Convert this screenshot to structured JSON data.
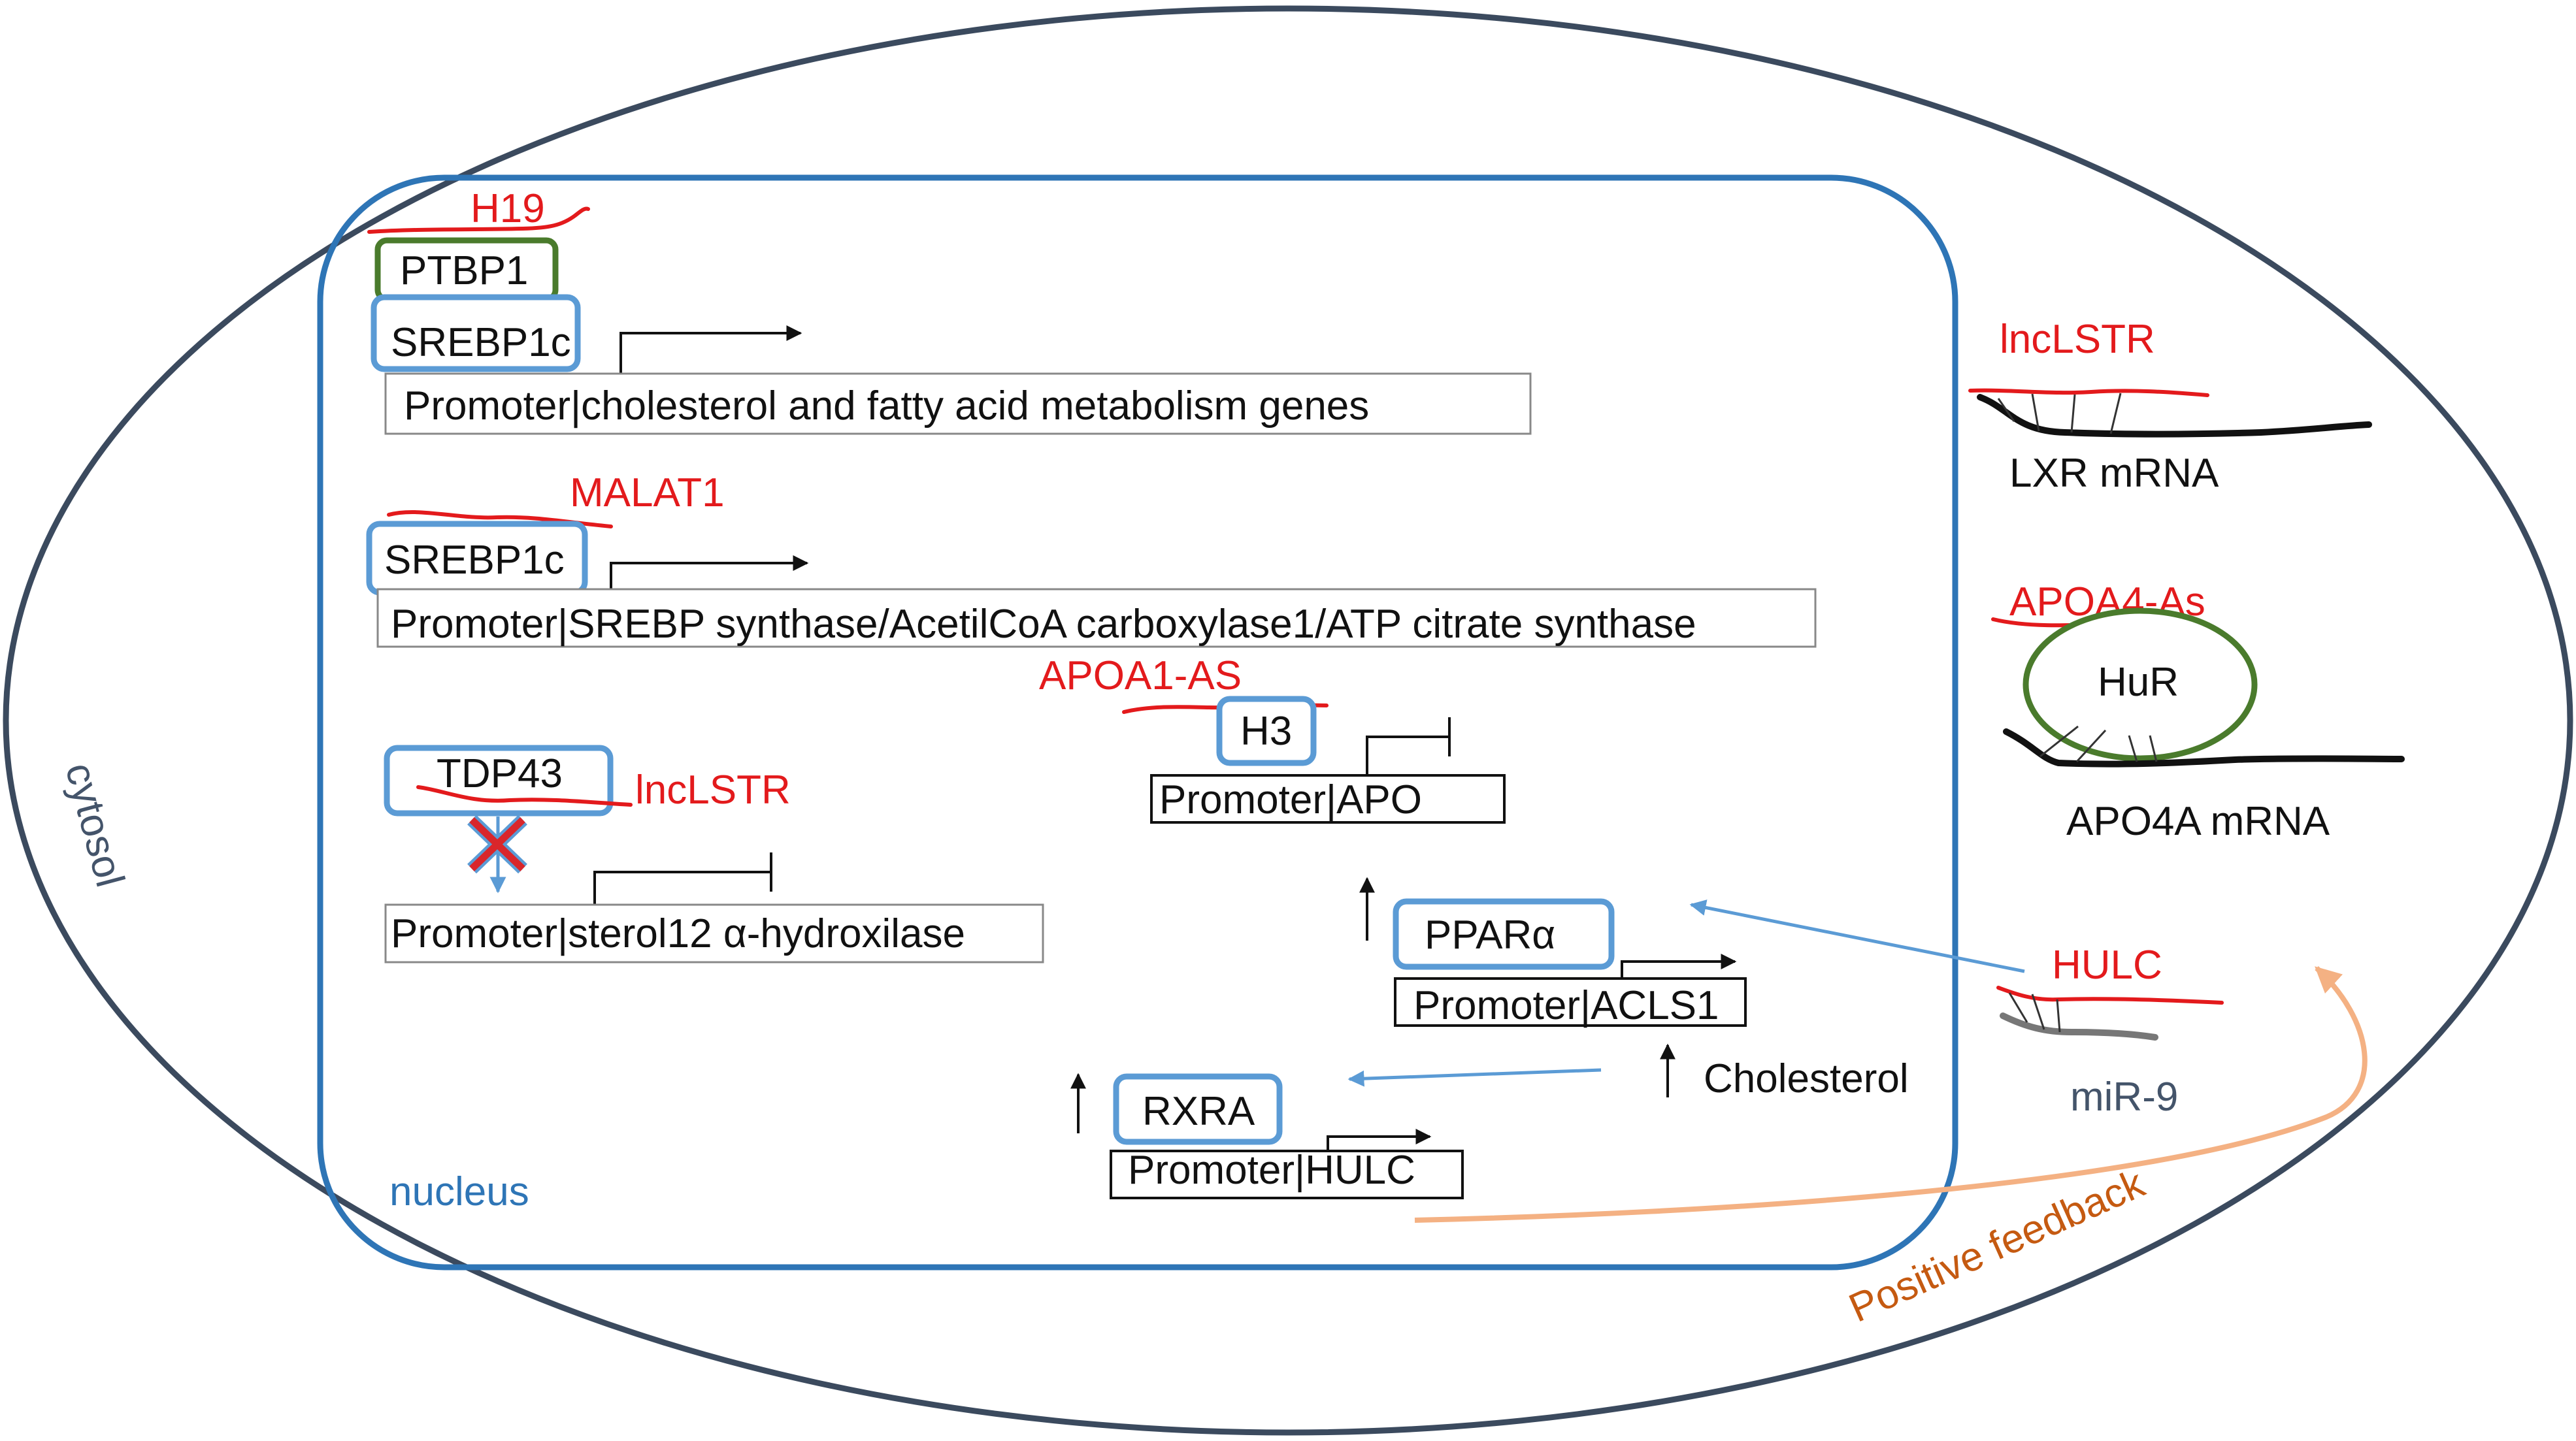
{
  "compartments": {
    "cytosol": "cytosol",
    "nucleus": "nucleus"
  },
  "colors": {
    "lncrna": "#e31a1c",
    "protein_outline": "#5b9bd5",
    "protein_outline_green": "#4a7b2c",
    "cell_outline": "#3b4a5e",
    "nucleus_outline": "#2e75b6",
    "feedback_arrow": "#f4b183"
  },
  "lncrnas": {
    "h19": "H19",
    "malat1": "MALAT1",
    "apoa1_as": "APOA1-AS",
    "lncstr_nucleus": "lncLSTR",
    "lncstr_cytosol": "lncLSTR",
    "apoa4_as": "APOA4-As",
    "hulc": "HULC"
  },
  "proteins": {
    "ptbp1": "PTBP1",
    "srebp1c_a": "SREBP1c",
    "srebp1c_b": "SREBP1c",
    "tdp43": "TDP43",
    "h3": "H3",
    "ppara": "PPARα",
    "rxra": "RXRA",
    "hur": "HuR"
  },
  "promoters": {
    "p1": "Promoter|cholesterol and fatty acid metabolism genes",
    "p2": "Promoter|SREBP synthase/AcetilCoA carboxylase1/ATP citrate synthase",
    "p3": "Promoter|sterol12 α-hydroxilase",
    "p4": "Promoter|APO",
    "p5": "Promoter|ACLS1",
    "p6": "Promoter|HULC"
  },
  "molecules": {
    "cholesterol": "Cholesterol",
    "lxr_mrna": "LXR mRNA",
    "apo4a_mrna": "APO4A mRNA",
    "mir9": "miR-9"
  },
  "feedback": {
    "label": "Positive feedback"
  }
}
